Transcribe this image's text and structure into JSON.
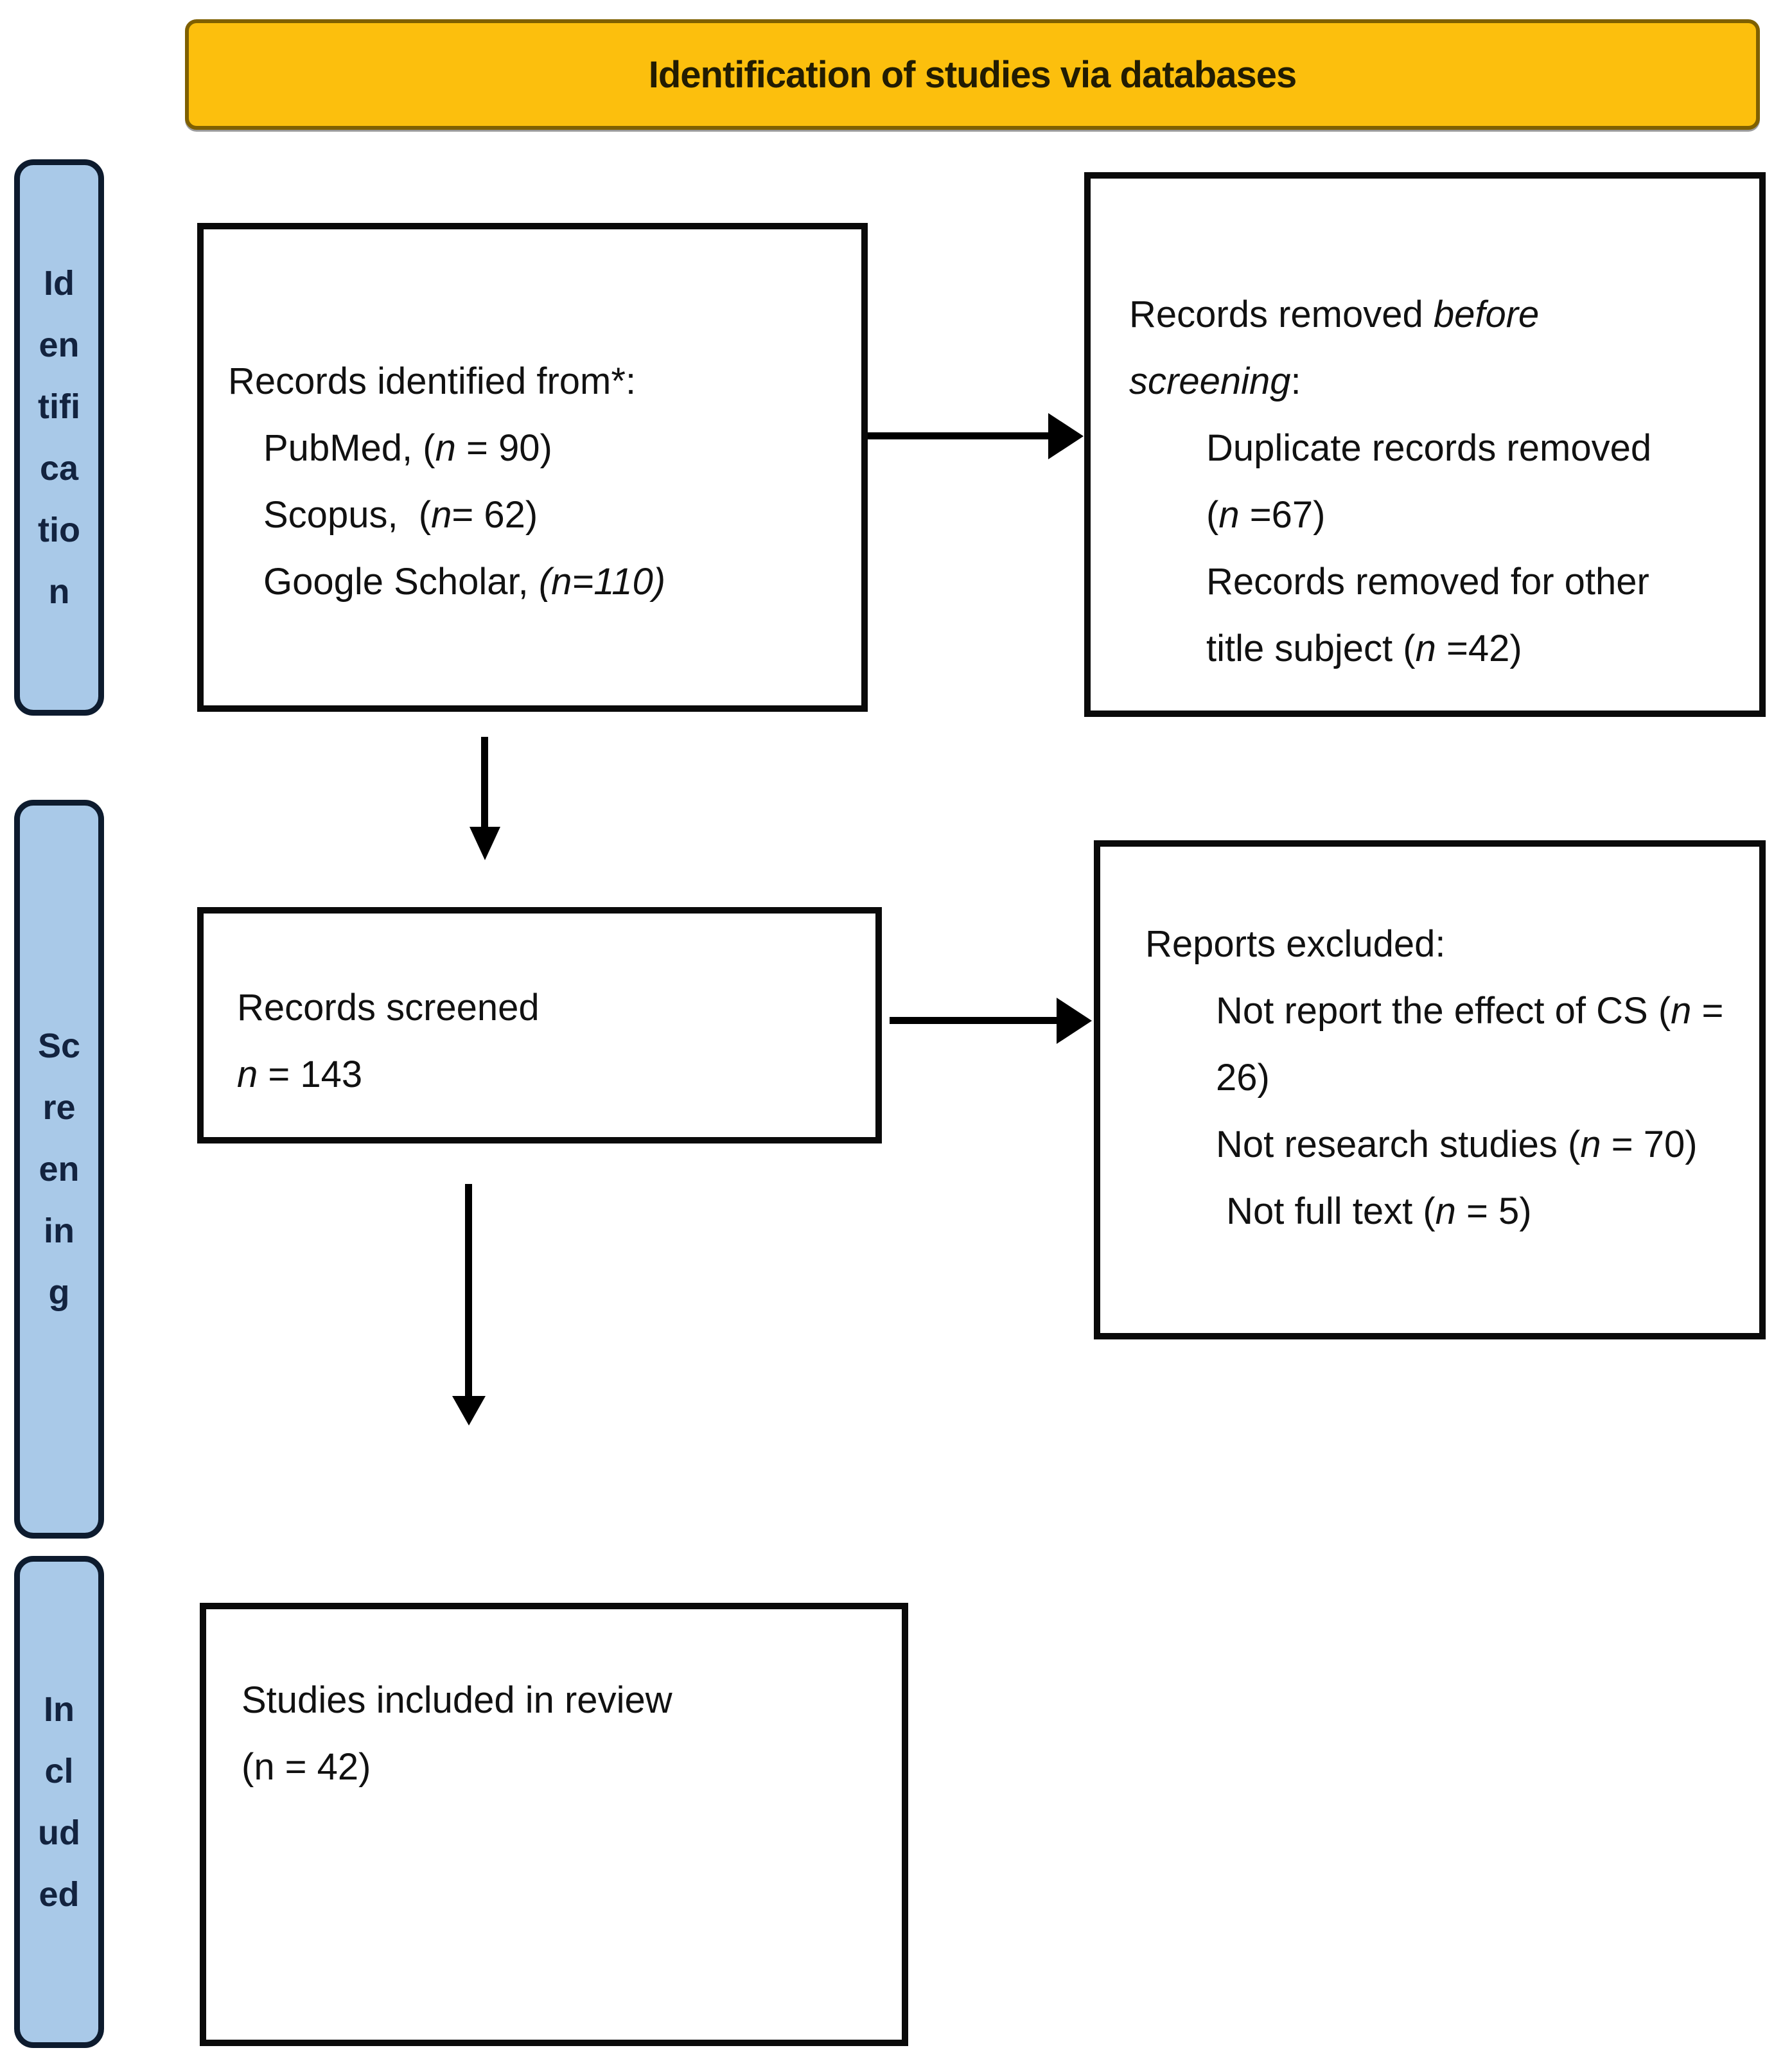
{
  "header": {
    "title": "Identification of studies via databases"
  },
  "colors": {
    "header_fill": "#FCBF0D",
    "header_border": "#7F6000",
    "header_text": "#221c02",
    "sidebar_fill": "#A9C9E8",
    "sidebar_border": "#0d1b2e",
    "sidebar_text": "#13233f",
    "box_fill": "#ffffff",
    "box_border": "#0a0a0a",
    "arrow": "#000000",
    "text": "#111111"
  },
  "sidebar": {
    "items": [
      {
        "id": "identification",
        "label": "Id\nen\ntifi\nca\ntio\nn"
      },
      {
        "id": "screening",
        "label": "Sc\nre\nen\nin\ng"
      },
      {
        "id": "included",
        "label": "In\ncl\nud\ned"
      }
    ]
  },
  "boxes": {
    "identified": {
      "lines": [
        {
          "indent": 0,
          "segments": [
            {
              "t": "Records identified from*:"
            }
          ]
        },
        {
          "indent": 1,
          "segments": [
            {
              "t": "PubMed, ("
            },
            {
              "t": "n",
              "i": true
            },
            {
              "t": " = 90)"
            }
          ]
        },
        {
          "indent": 1,
          "segments": [
            {
              "t": "Scopus,  ("
            },
            {
              "t": "n",
              "i": true
            },
            {
              "t": "= 62)"
            }
          ]
        },
        {
          "indent": 1,
          "segments": [
            {
              "t": "Google Scholar, "
            },
            {
              "t": "(n",
              "i": true
            },
            {
              "t": "=110)",
              "i": true
            }
          ]
        }
      ]
    },
    "removed": {
      "lines": [
        {
          "indent": 0,
          "segments": [
            {
              "t": "Records removed "
            },
            {
              "t": "before screening",
              "i": true
            },
            {
              "t": ":"
            }
          ]
        },
        {
          "indent": 1,
          "segments": [
            {
              "t": "Duplicate records removed ("
            },
            {
              "t": "n",
              "i": true
            },
            {
              "t": " =67)"
            }
          ]
        },
        {
          "indent": 1,
          "segments": [
            {
              "t": "Records removed for other title subject ("
            },
            {
              "t": "n",
              "i": true
            },
            {
              "t": " =42)"
            }
          ]
        }
      ]
    },
    "screened": {
      "lines": [
        {
          "indent": 0,
          "segments": [
            {
              "t": "Records screened"
            }
          ]
        },
        {
          "indent": 0,
          "segments": [
            {
              "t": "n",
              "i": true
            },
            {
              "t": " = 143"
            }
          ]
        }
      ]
    },
    "excluded": {
      "lines": [
        {
          "indent": 0,
          "segments": [
            {
              "t": "Reports excluded:"
            }
          ]
        },
        {
          "indent": 1,
          "segments": [
            {
              "t": "Not report the effect of CS ("
            },
            {
              "t": "n",
              "i": true
            },
            {
              "t": " = 26)"
            }
          ]
        },
        {
          "indent": 1,
          "segments": [
            {
              "t": "Not research studies ("
            },
            {
              "t": "n",
              "i": true
            },
            {
              "t": " = 70)"
            }
          ]
        },
        {
          "indent": 1,
          "segments": [
            {
              "t": " Not full text ("
            },
            {
              "t": "n",
              "i": true
            },
            {
              "t": " = 5)"
            }
          ]
        }
      ]
    },
    "included": {
      "lines": [
        {
          "indent": 0,
          "segments": [
            {
              "t": "Studies included in review"
            }
          ]
        },
        {
          "indent": 0,
          "segments": [
            {
              "t": "(n = 42)"
            }
          ]
        }
      ]
    }
  }
}
